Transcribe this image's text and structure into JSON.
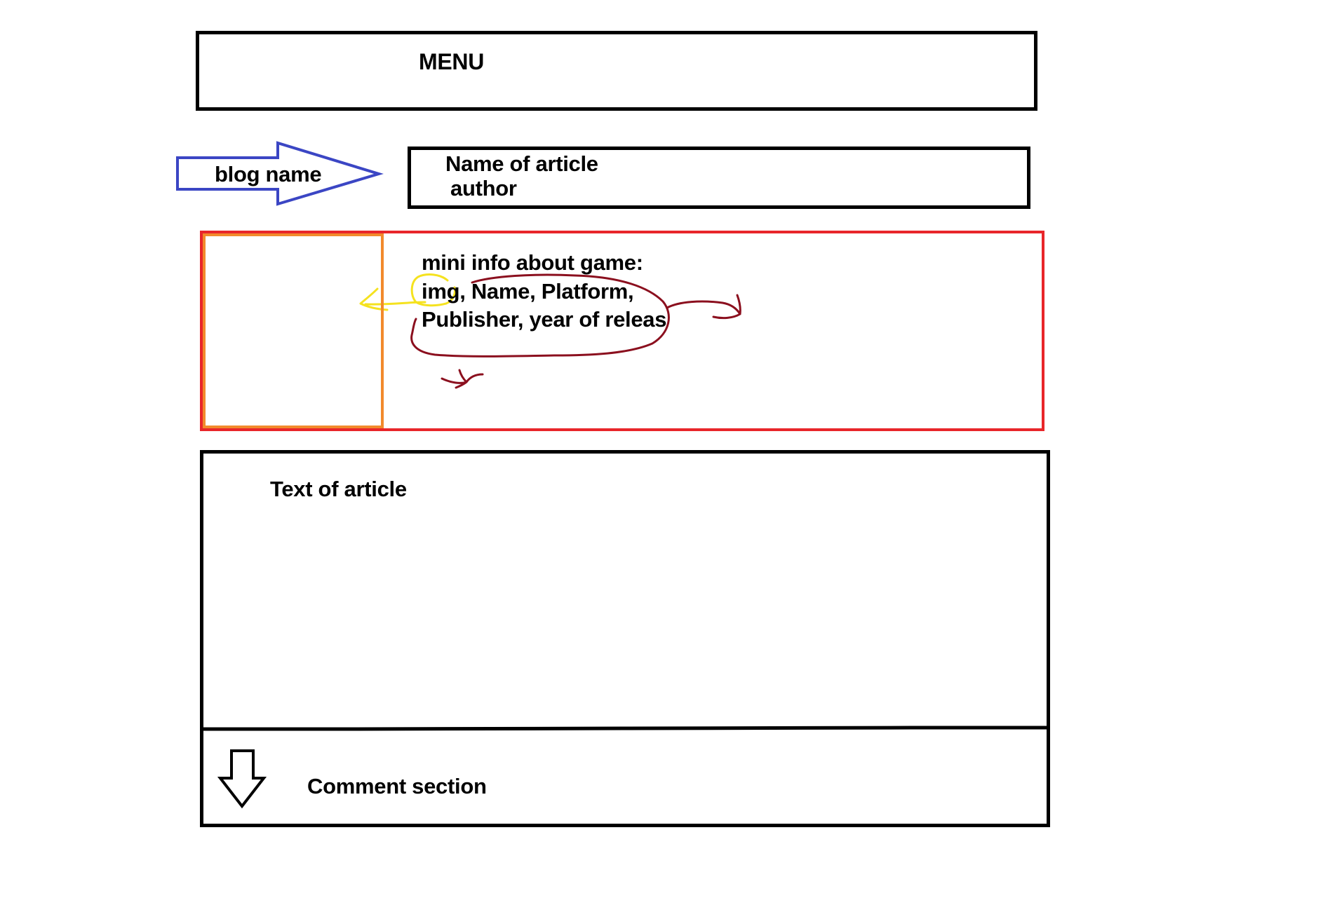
{
  "menu": {
    "label": "MENU"
  },
  "blog": {
    "name_label": "blog name"
  },
  "article_header": {
    "name_label": "Name of article",
    "author_label": "author"
  },
  "game_info": {
    "lines": [
      "mini info about game:",
      "img, Name, Platform,",
      "Publisher, year of releas"
    ]
  },
  "article_body": {
    "label": "Text of article"
  },
  "comments": {
    "label": "Comment section"
  },
  "colors": {
    "outline": "#000000",
    "blog_arrow": "#3b46c4",
    "game_info_border": "#e8262a",
    "image_placeholder_border": "#f28a2c",
    "img_highlight": "#f5e21f",
    "annotation": "#8b0f1e"
  }
}
